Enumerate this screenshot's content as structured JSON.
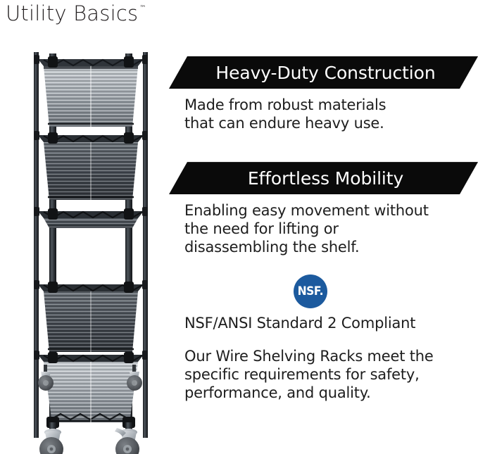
{
  "brand": {
    "name": "Utility Basics",
    "trademark": "™"
  },
  "product_photo": {
    "alt_name": "wire-shelving-rack-5-tier-with-casters",
    "shelf_count": 5,
    "caster_count": 4,
    "post_color": "#2b2f33",
    "shelf_color": "#4a5058",
    "caster_bracket_color": "#b8bdc2",
    "caster_wheel_color": "#54585d"
  },
  "features": [
    {
      "id": "heavy-duty-construction",
      "banner_label": "Heavy-Duty Construction",
      "body_lines": [
        "Made from robust materials",
        "that can endure heavy use."
      ]
    },
    {
      "id": "effortless-mobility",
      "banner_label": "Effortless Mobility",
      "body_lines": [
        "Enabling easy movement without",
        "the need for lifting or",
        "disassembling the shelf."
      ]
    }
  ],
  "certification": {
    "badge_text": "NSF.",
    "badge_color": "#1c5a9e",
    "standard_line": "NSF/ANSI Standard 2 Compliant",
    "body_lines": [
      "Our Wire Shelving Racks meet the",
      "specific requirements for safety,",
      "performance, and quality."
    ]
  },
  "colors": {
    "banner_background": "#0a0a0a",
    "banner_text": "#ffffff",
    "body_text": "#1d1d1d",
    "page_background": "#ffffff"
  }
}
